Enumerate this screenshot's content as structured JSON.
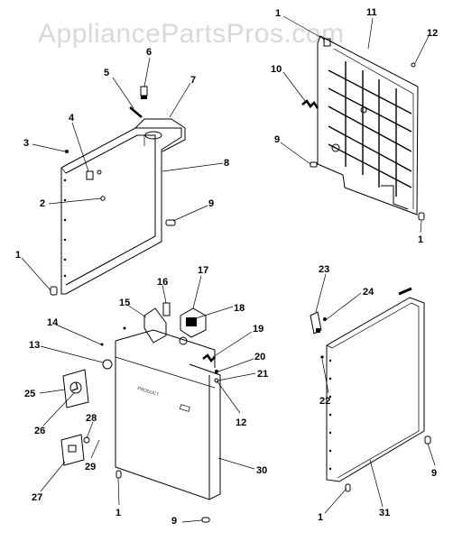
{
  "watermark": "AppliancePartsPros.com",
  "panel_text": "PRODUCT",
  "callouts": [
    {
      "id": "c1a",
      "label": "1"
    },
    {
      "id": "c2",
      "label": "2"
    },
    {
      "id": "c3",
      "label": "3"
    },
    {
      "id": "c4",
      "label": "4"
    },
    {
      "id": "c5",
      "label": "5"
    },
    {
      "id": "c6",
      "label": "6"
    },
    {
      "id": "c7",
      "label": "7"
    },
    {
      "id": "c8",
      "label": "8"
    },
    {
      "id": "c9a",
      "label": "9"
    },
    {
      "id": "c1b",
      "label": "1"
    },
    {
      "id": "c11",
      "label": "11"
    },
    {
      "id": "c12a",
      "label": "12"
    },
    {
      "id": "c10",
      "label": "10"
    },
    {
      "id": "c9b",
      "label": "9"
    },
    {
      "id": "c1c",
      "label": "1"
    },
    {
      "id": "c17",
      "label": "17"
    },
    {
      "id": "c16",
      "label": "16"
    },
    {
      "id": "c15",
      "label": "15"
    },
    {
      "id": "c18",
      "label": "18"
    },
    {
      "id": "c14",
      "label": "14"
    },
    {
      "id": "c13",
      "label": "13"
    },
    {
      "id": "c19",
      "label": "19"
    },
    {
      "id": "c20",
      "label": "20"
    },
    {
      "id": "c21",
      "label": "21"
    },
    {
      "id": "c12b",
      "label": "12"
    },
    {
      "id": "c25",
      "label": "25"
    },
    {
      "id": "c26",
      "label": "26"
    },
    {
      "id": "c28",
      "label": "28"
    },
    {
      "id": "c29",
      "label": "29"
    },
    {
      "id": "c27",
      "label": "27"
    },
    {
      "id": "c30",
      "label": "30"
    },
    {
      "id": "c1d",
      "label": "1"
    },
    {
      "id": "c9c",
      "label": "9"
    },
    {
      "id": "c23",
      "label": "23"
    },
    {
      "id": "c24",
      "label": "24"
    },
    {
      "id": "c22",
      "label": "22"
    },
    {
      "id": "c9d",
      "label": "9"
    },
    {
      "id": "c1e",
      "label": "1"
    },
    {
      "id": "c31",
      "label": "31"
    }
  ]
}
